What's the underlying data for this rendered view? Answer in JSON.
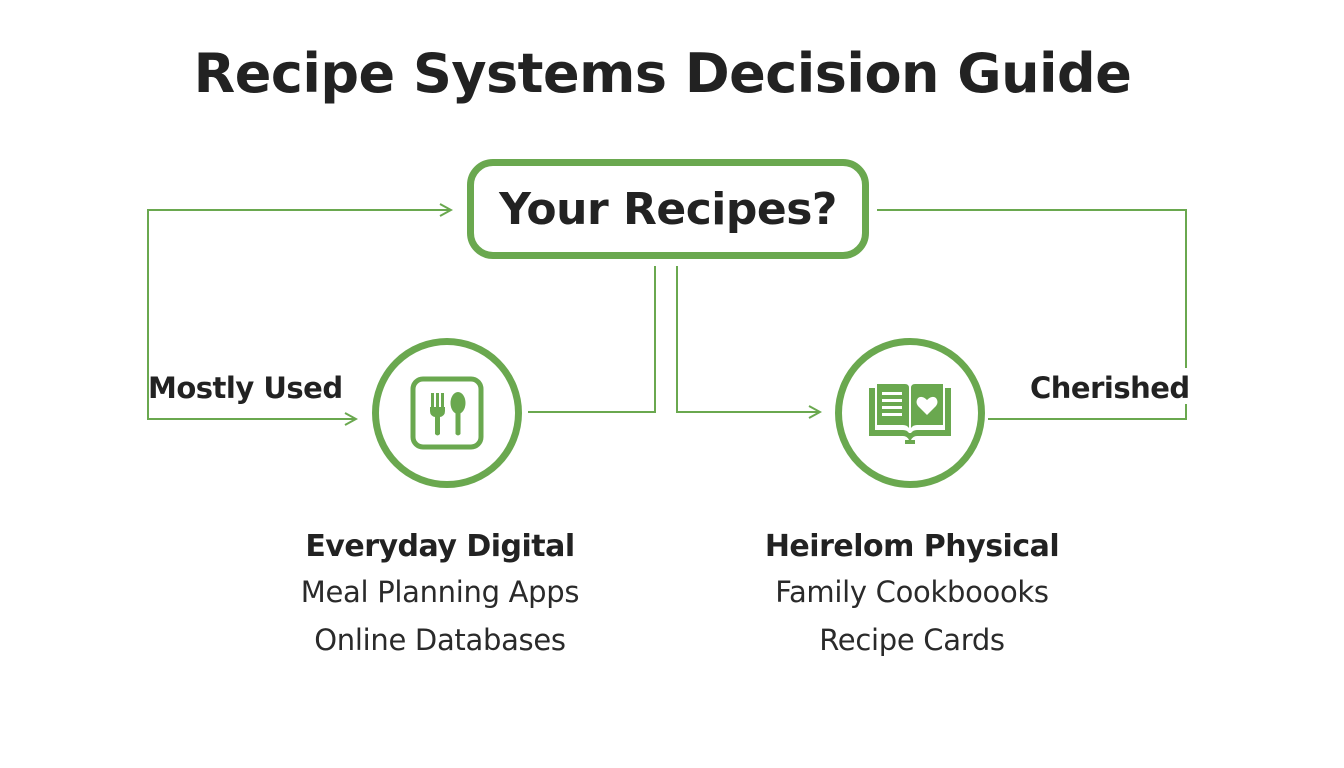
{
  "title": "Recipe Systems Decision Guide",
  "decision": {
    "label": "Your Recipes?"
  },
  "edges": {
    "left_label": "Mostly Used",
    "right_label": "Cherished"
  },
  "branches": {
    "left": {
      "icon": "fork-spoon-icon",
      "heading": "Everyday Digital",
      "items": [
        "Meal Planning Apps",
        "Online Databases"
      ]
    },
    "right": {
      "icon": "open-book-heart-icon",
      "heading": "Heirelom Physical",
      "items": [
        "Family Cookboooks",
        "Recipe Cards"
      ]
    }
  },
  "colors": {
    "accent": "#6aa84f",
    "text": "#222222",
    "background": "#ffffff"
  }
}
